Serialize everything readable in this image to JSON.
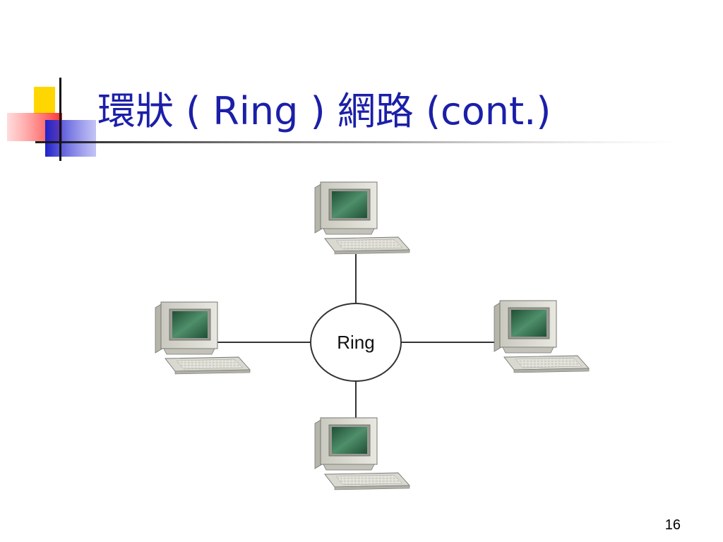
{
  "slide": {
    "title": "環狀 ( Ring ) 網路 (cont.)",
    "page_number": "16"
  },
  "diagram": {
    "hub_label": "Ring",
    "nodes": [
      {
        "name": "computer-top",
        "icon": "desktop-computer-icon"
      },
      {
        "name": "computer-left",
        "icon": "desktop-computer-icon"
      },
      {
        "name": "computer-right",
        "icon": "desktop-computer-icon"
      },
      {
        "name": "computer-bottom",
        "icon": "desktop-computer-icon"
      }
    ],
    "colors": {
      "title": "#1b1fa8",
      "line": "#333333",
      "screen": "#2f6a4a",
      "case": "#d8d8cf"
    }
  }
}
